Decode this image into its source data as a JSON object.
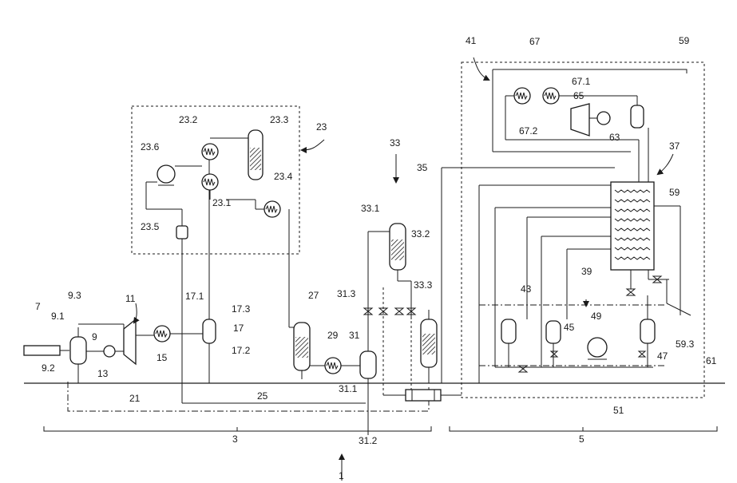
{
  "labels": {
    "l1": "1",
    "l3": "3",
    "l5": "5",
    "l7": "7",
    "l9": "9",
    "l9_1": "9.1",
    "l9_2": "9.2",
    "l9_3": "9.3",
    "l11": "11",
    "l13": "13",
    "l15": "15",
    "l17": "17",
    "l17_1": "17.1",
    "l17_2": "17.2",
    "l17_3": "17.3",
    "l21": "21",
    "l23": "23",
    "l23_1": "23.1",
    "l23_2": "23.2",
    "l23_3": "23.3",
    "l23_4": "23.4",
    "l23_5": "23.5",
    "l23_6": "23.6",
    "l25": "25",
    "l27": "27",
    "l29": "29",
    "l31": "31",
    "l31_1": "31.1",
    "l31_2": "31.2",
    "l31_3": "31.3",
    "l33": "33",
    "l33_1": "33.1",
    "l33_2": "33.2",
    "l33_3": "33.3",
    "l35": "35",
    "l37": "37",
    "l39": "39",
    "l41": "41",
    "l43": "43",
    "l45": "45",
    "l47": "47",
    "l49": "49",
    "l51": "51",
    "l59a": "59",
    "l59b": "59",
    "l59_3": "59.3",
    "l61": "61",
    "l63": "63",
    "l65": "65",
    "l67": "67",
    "l67_1": "67.1",
    "l67_2": "67.2"
  },
  "icons": {
    "heat_exchanger": "coil-exchanger-icon",
    "pump": "pump-icon",
    "compressor": "compressor-icon",
    "valve": "valve-icon"
  }
}
